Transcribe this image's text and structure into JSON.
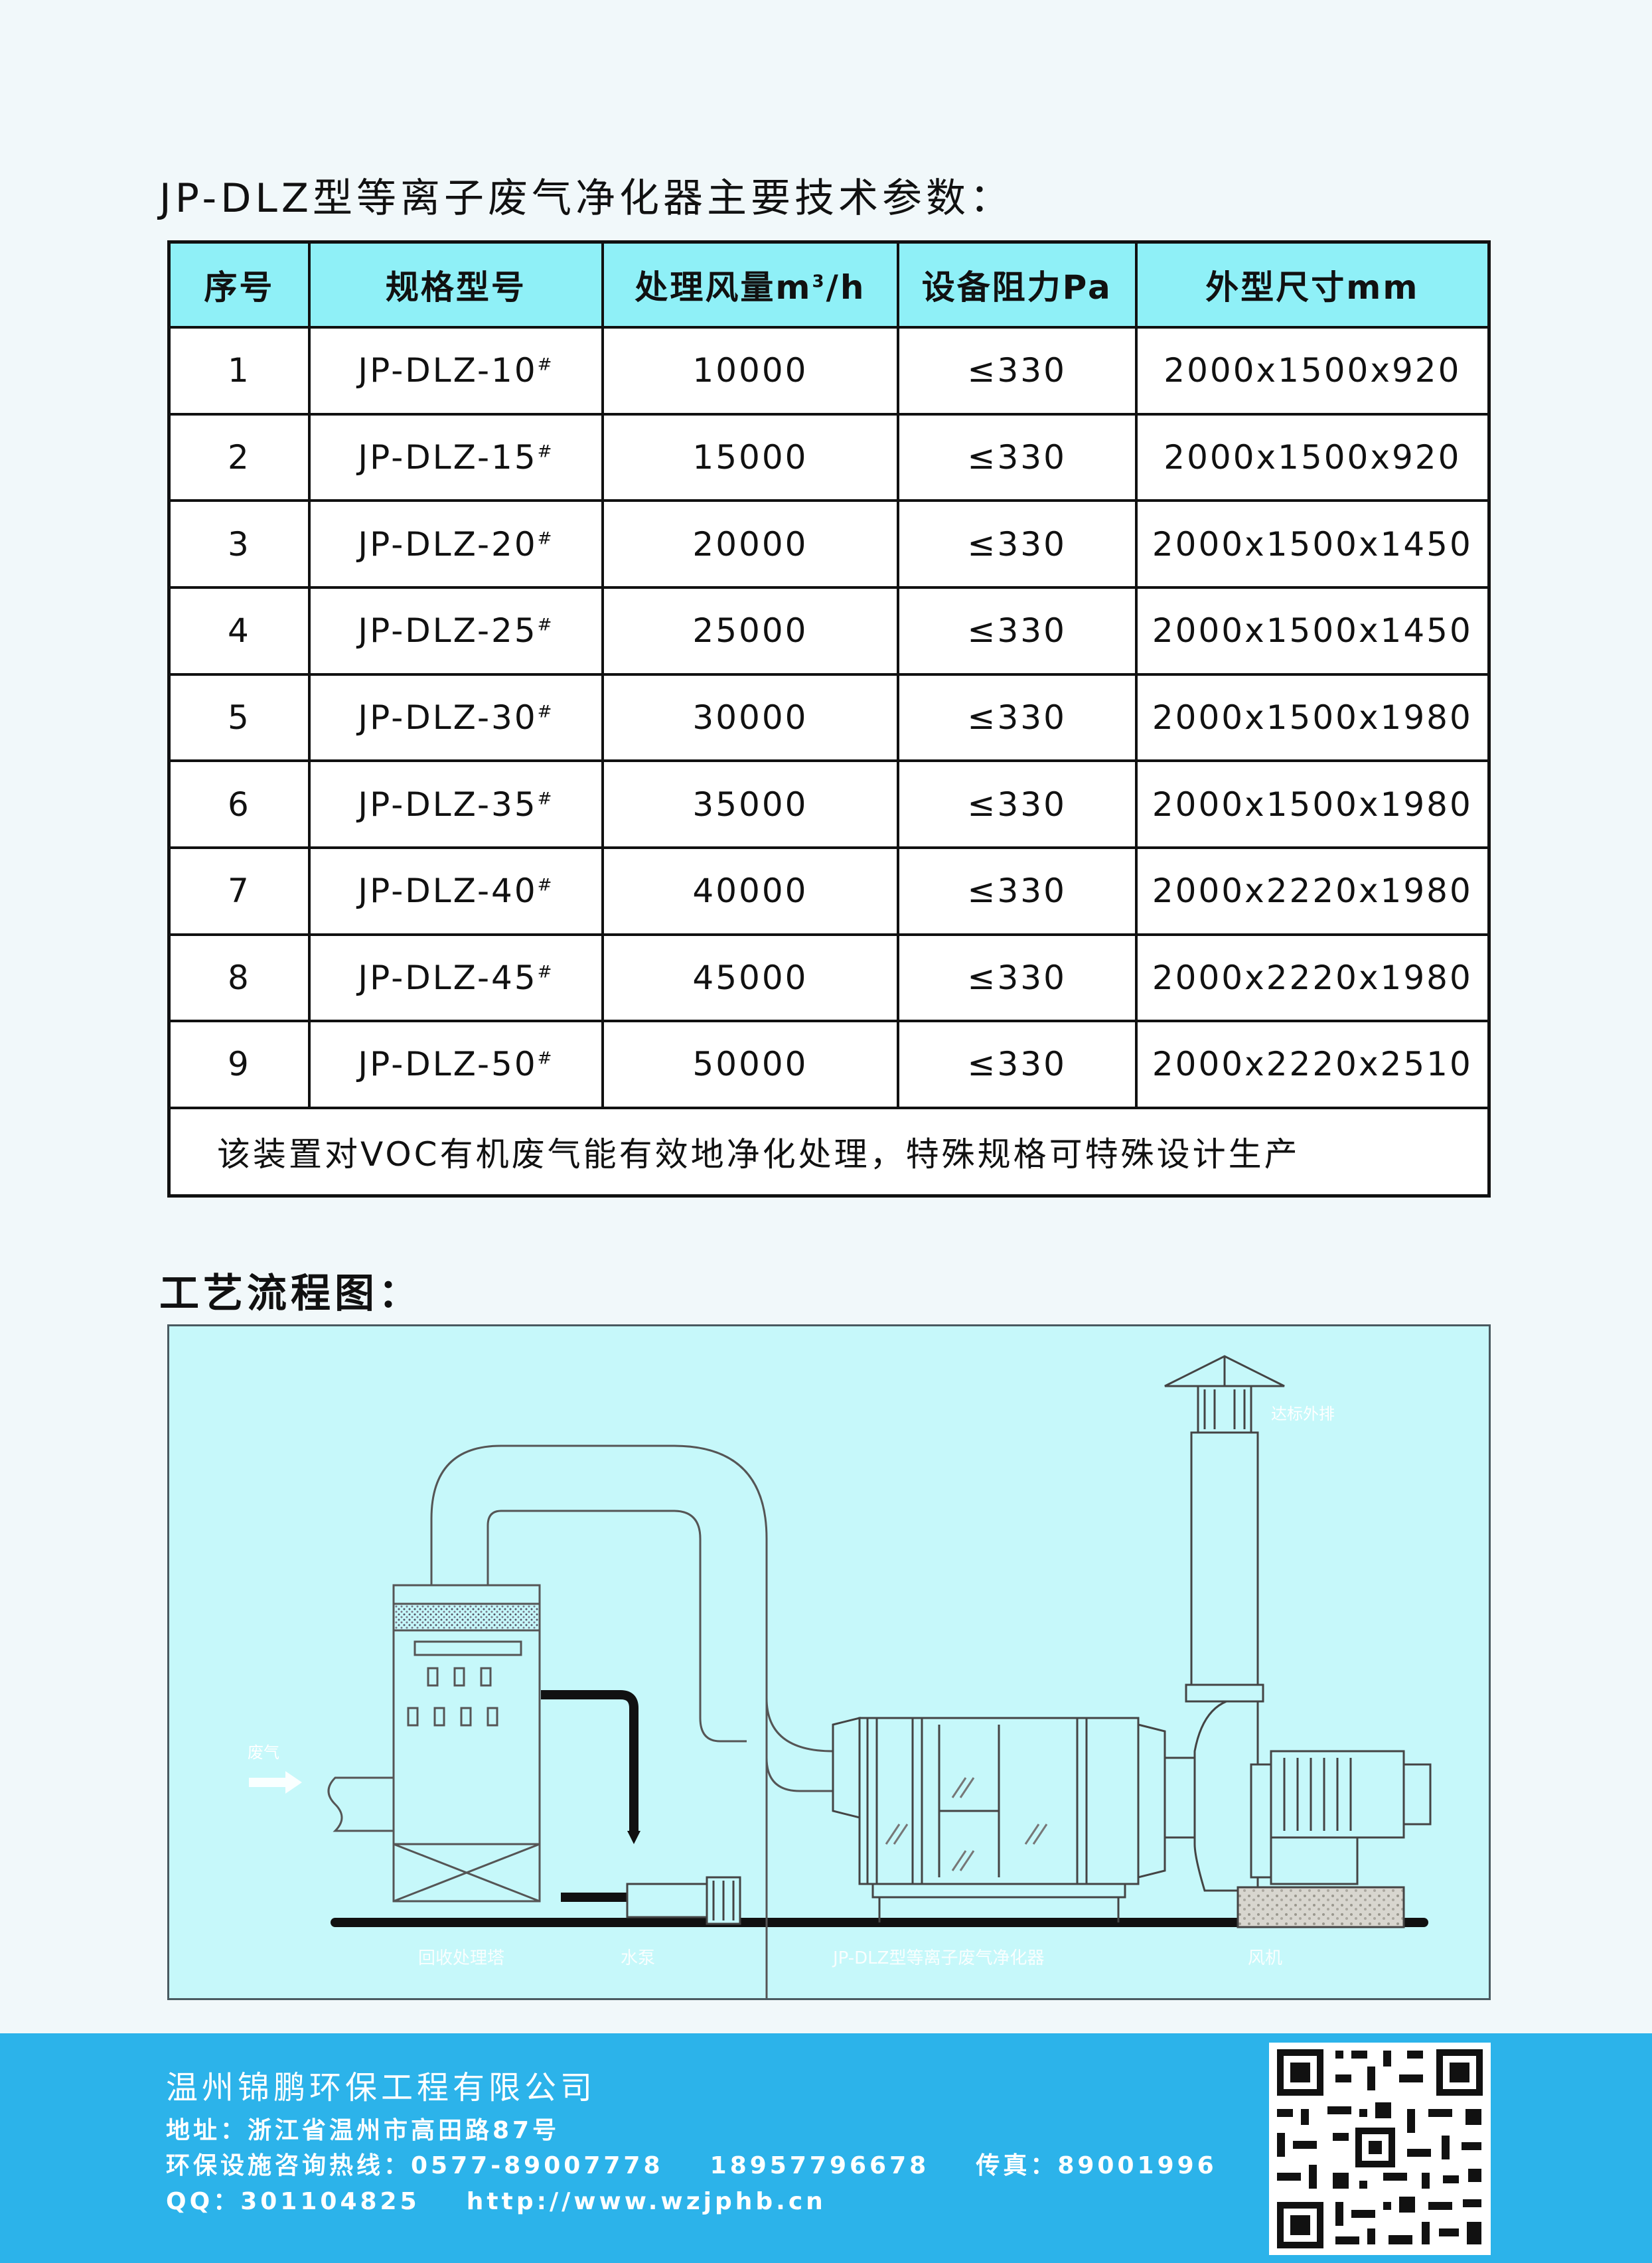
{
  "title": "JP-DLZ型等离子废气净化器主要技术参数：",
  "table": {
    "headers": [
      "序号",
      "规格型号",
      "处理风量m",
      "3",
      "/h",
      "设备阻力Pa",
      "外型尺寸mm"
    ],
    "rows": [
      {
        "no": "1",
        "model": "JP-DLZ-10",
        "sup": "#",
        "flow": "10000",
        "resistance": "≤330",
        "size": "2000x1500x920"
      },
      {
        "no": "2",
        "model": "JP-DLZ-15",
        "sup": "#",
        "flow": "15000",
        "resistance": "≤330",
        "size": "2000x1500x920"
      },
      {
        "no": "3",
        "model": "JP-DLZ-20",
        "sup": "#",
        "flow": "20000",
        "resistance": "≤330",
        "size": "2000x1500x1450"
      },
      {
        "no": "4",
        "model": "JP-DLZ-25",
        "sup": "#",
        "flow": "25000",
        "resistance": "≤330",
        "size": "2000x1500x1450"
      },
      {
        "no": "5",
        "model": "JP-DLZ-30",
        "sup": "#",
        "flow": "30000",
        "resistance": "≤330",
        "size": "2000x1500x1980"
      },
      {
        "no": "6",
        "model": "JP-DLZ-35",
        "sup": "#",
        "flow": "35000",
        "resistance": "≤330",
        "size": "2000x1500x1980"
      },
      {
        "no": "7",
        "model": "JP-DLZ-40",
        "sup": "#",
        "flow": "40000",
        "resistance": "≤330",
        "size": "2000x2220x1980"
      },
      {
        "no": "8",
        "model": "JP-DLZ-45",
        "sup": "#",
        "flow": "45000",
        "resistance": "≤330",
        "size": "2000x2220x1980"
      },
      {
        "no": "9",
        "model": "JP-DLZ-50",
        "sup": "#",
        "flow": "50000",
        "resistance": "≤330",
        "size": "2000x2220x2510"
      }
    ],
    "note": "该装置对VOC有机废气能有效地净化处理，特殊规格可特殊设计生产"
  },
  "flow_title": "工艺流程图：",
  "diagram": {
    "labels": {
      "inlet": "废气",
      "exhaust": "达标外排",
      "tower": "回收处理塔",
      "pump": "水泵",
      "purifier": "JP-DLZ型等离子废气净化器",
      "fan": "风机"
    }
  },
  "footer": {
    "company": "温州锦鹏环保工程有限公司",
    "address": "地址：浙江省温州市高田路87号",
    "hotline": "环保设施咨询热线：0577-89007778    18957796678    传真：89001996",
    "contact": "QQ：301104825    http://www.wzjphb.cn"
  },
  "colors": {
    "header_bg": "#8ff0f7",
    "diagram_bg": "#c6f8fa",
    "footer_bg": "#2cb3ea"
  }
}
